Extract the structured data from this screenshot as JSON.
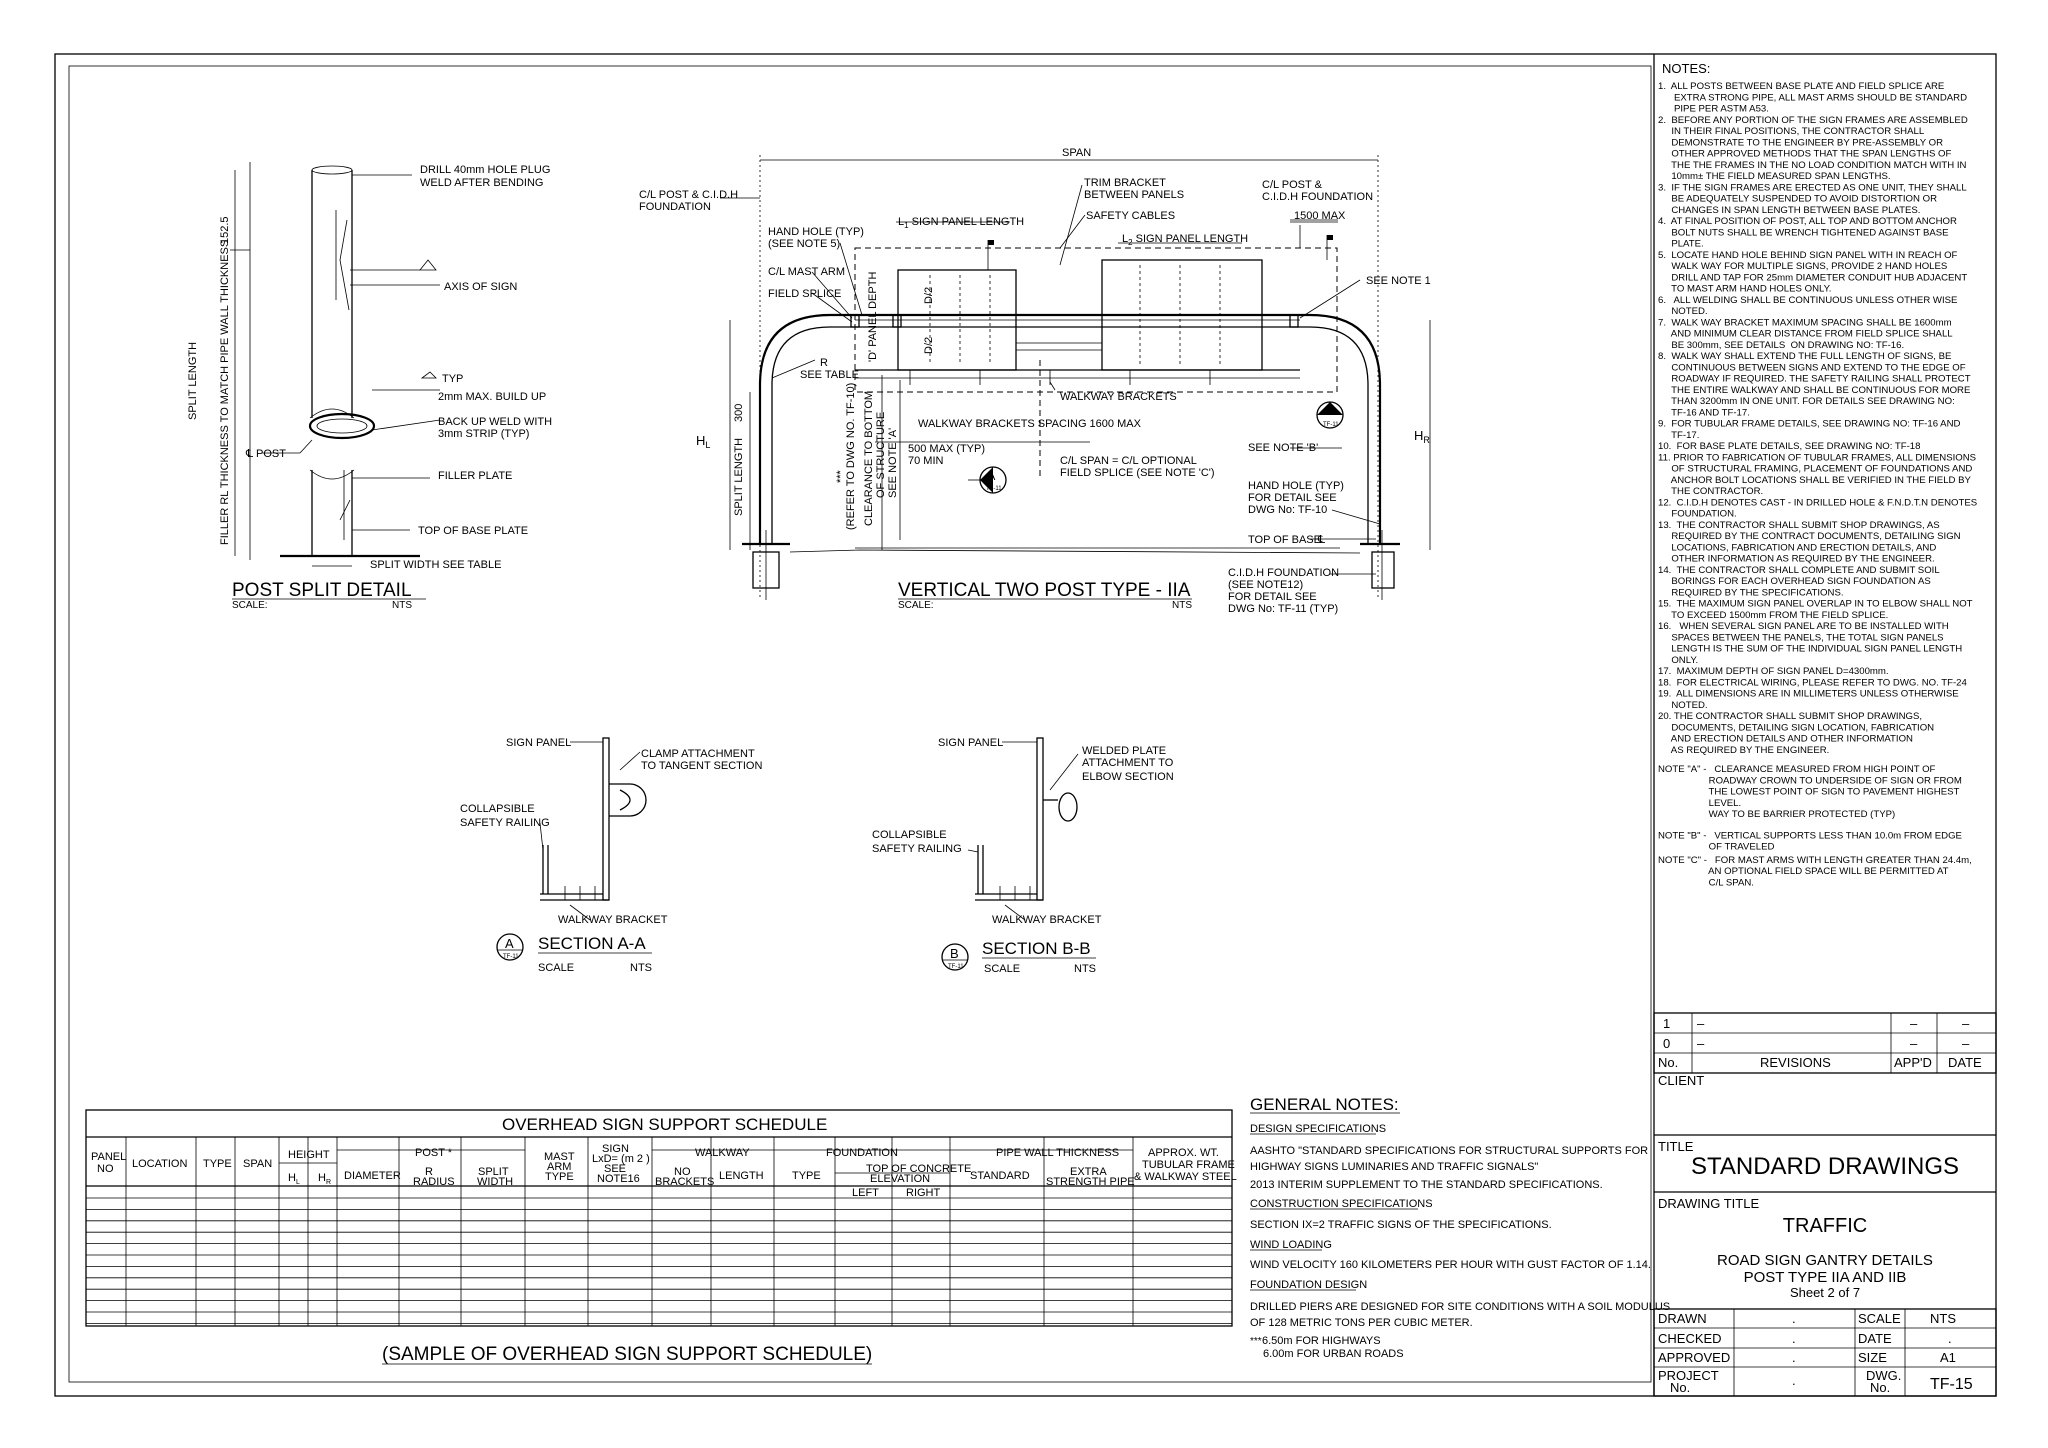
{
  "notes": {
    "heading": "NOTES:",
    "items": [
      "1.  ALL POSTS BETWEEN BASE PLATE AND FIELD SPLICE ARE",
      "      EXTRA STRONG PIPE, ALL MAST ARMS SHOULD BE STANDARD",
      "      PIPE PER ASTM A53.",
      "2.  BEFORE ANY PORTION OF THE SIGN FRAMES ARE ASSEMBLED",
      "     IN THEIR FINAL POSITIONS, THE CONTRACTOR SHALL",
      "     DEMONSTRATE TO THE ENGINEER BY PRE-ASSEMBLY OR",
      "     OTHER APPROVED METHODS THAT THE SPAN LENGTHS OF",
      "     THE THE FRAMES IN THE NO LOAD CONDITION MATCH WITH IN",
      "     10mm± THE FIELD MEASURED SPAN LENGTHS.",
      "3.  IF THE SIGN FRAMES ARE ERECTED AS ONE UNIT, THEY SHALL",
      "     BE ADEQUATELY SUSPENDED TO AVOID DISTORTION OR",
      "     CHANGES IN SPAN LENGTH BETWEEN BASE PLATES.",
      "4.  AT FINAL POSITION OF POST, ALL TOP AND BOTTOM ANCHOR",
      "     BOLT NUTS SHALL BE WRENCH TIGHTENED AGAINST BASE",
      "     PLATE.",
      "5.  LOCATE HAND HOLE BEHIND SIGN PANEL WITH IN REACH OF",
      "     WALK WAY FOR MULTIPLE SIGNS, PROVIDE 2 HAND HOLES",
      "     DRILL AND TAP FOR 25mm DIAMETER CONDUIT HUB ADJACENT",
      "     TO MAST ARM HAND HOLES ONLY.",
      "6.   ALL WELDING SHALL BE CONTINUOUS UNLESS OTHER WISE",
      "     NOTED.",
      "7.  WALK WAY BRACKET MAXIMUM SPACING SHALL BE 1600mm",
      "     AND MINIMUM CLEAR DISTANCE FROM FIELD SPLICE SHALL",
      "     BE 300mm, SEE DETAILS  ON DRAWING NO: TF-16.",
      "8.  WALK WAY SHALL EXTEND THE FULL LENGTH OF SIGNS, BE",
      "     CONTINUOUS BETWEEN SIGNS AND EXTEND TO THE EDGE OF",
      "     ROADWAY IF REQUIRED. THE SAFETY RAILING SHALL PROTECT",
      "     THE ENTIRE WALKWAY AND SHALL BE CONTINUOUS FOR MORE",
      "     THAN 3200mm IN ONE UNIT. FOR DETAILS SEE DRAWING NO:",
      "     TF-16 AND TF-17.",
      "9.  FOR TUBULAR FRAME DETAILS, SEE DRAWING NO: TF-16 AND",
      "     TF-17.",
      "10.  FOR BASE PLATE DETAILS, SEE DRAWING NO: TF-18",
      "11. PRIOR TO FABRICATION OF TUBULAR FRAMES, ALL DIMENSIONS",
      "     OF STRUCTURAL FRAMING, PLACEMENT OF FOUNDATIONS AND",
      "     ANCHOR BOLT LOCATIONS SHALL BE VERIFIED IN THE FIELD BY",
      "     THE CONTRACTOR.",
      "12.  C.I.D.H DENOTES CAST - IN DRILLED HOLE & F.N.D.T.N DENOTES",
      "     FOUNDATION.",
      "13.  THE CONTRACTOR SHALL SUBMIT SHOP DRAWINGS, AS",
      "     REQUIRED BY THE CONTRACT DOCUMENTS, DETAILING SIGN",
      "     LOCATIONS, FABRICATION AND ERECTION DETAILS, AND",
      "     OTHER INFORMATION AS REQUIRED BY THE ENGINEER.",
      "14.  THE CONTRACTOR SHALL COMPLETE AND SUBMIT SOIL",
      "     BORINGS FOR EACH OVERHEAD SIGN FOUNDATION AS",
      "     REQUIRED BY THE SPECIFICATIONS.",
      "15.  THE MAXIMUM SIGN PANEL OVERLAP IN TO ELBOW SHALL NOT",
      "     TO EXCEED 1500mm FROM THE FIELD SPLICE.",
      "16.   WHEN SEVERAL SIGN PANEL ARE TO BE INSTALLED WITH",
      "     SPACES BETWEEN THE PANELS, THE TOTAL SIGN PANELS",
      "     LENGTH IS THE SUM OF THE INDIVIDUAL SIGN PANEL LENGTH",
      "     ONLY.",
      "17.  MAXIMUM DEPTH OF SIGN PANEL D=4300mm.",
      "18.  FOR ELECTRICAL WIRING, PLEASE REFER TO DWG. NO. TF-24",
      "19.  ALL DIMENSIONS ARE IN MILLIMETERS UNLESS OTHERWISE",
      "     NOTED.",
      "20. THE CONTRACTOR SHALL SUBMIT SHOP DRAWINGS,",
      "     DOCUMENTS, DETAILING SIGN LOCATION, FABRICATION",
      "     AND ERECTION DETAILS AND OTHER INFORMATION",
      "     AS REQUIRED BY THE ENGINEER."
    ],
    "note_a": [
      "NOTE \"A\" -   CLEARANCE MEASURED FROM HIGH POINT OF",
      "                   ROADWAY CROWN TO UNDERSIDE OF SIGN OR FROM",
      "                   THE LOWEST POINT OF SIGN TO PAVEMENT HIGHEST",
      "                   LEVEL.",
      "                   WAY TO BE BARRIER PROTECTED (TYP)"
    ],
    "note_b": [
      "NOTE \"B\" -   VERTICAL SUPPORTS LESS THAN 10.0m FROM EDGE",
      "                   OF TRAVELED"
    ],
    "note_c": [
      "NOTE \"C\" -   FOR MAST ARMS WITH LENGTH GREATER THAN 24.4m,",
      "                   AN OPTIONAL FIELD SPACE WILL BE PERMITTED AT",
      "                   C/L SPAN."
    ]
  },
  "revisions": {
    "rows": [
      [
        "1",
        "–",
        "–",
        "–"
      ],
      [
        "0",
        "–",
        "–",
        "–"
      ]
    ],
    "headers": [
      "No.",
      "REVISIONS",
      "APP'D",
      "DATE"
    ]
  },
  "titleblock": {
    "client_label": "CLIENT",
    "title_label": "TITLE",
    "title": "STANDARD DRAWINGS",
    "drawing_title_label": "DRAWING TITLE",
    "drawing_title": "TRAFFIC",
    "subtitle1": "ROAD SIGN GANTRY DETAILS",
    "subtitle2": "POST TYPE IIA AND IIB",
    "sheet": "Sheet 2 of 7",
    "drawn": "DRAWN",
    "drawn_val": ".",
    "checked": "CHECKED",
    "checked_val": ".",
    "approved": "APPROVED",
    "approved_val": ".",
    "project": "PROJECT",
    "project2": "No.",
    "project_val": ".",
    "scale": "SCALE",
    "scale_val": "NTS",
    "date": "DATE",
    "date_val": ".",
    "size": "SIZE",
    "size_val": "A1",
    "dwg": "DWG.",
    "dwg2": "No.",
    "dwg_val": "TF-15"
  },
  "post_split": {
    "title": "POST SPLIT DETAIL",
    "scale": "SCALE:",
    "nts": "NTS",
    "drill": "DRILL 40mm HOLE PLUG",
    "weld": "WELD AFTER BENDING",
    "axis": "AXIS OF SIGN",
    "typ": "TYP",
    "buildup": "2mm MAX. BUILD UP",
    "backup1": "BACK UP WELD WITH",
    "backup2": "3mm STRIP (TYP)",
    "post": "POST",
    "cl": "℄",
    "filler": "FILLER PLATE",
    "topbase": "TOP OF BASE PLATE",
    "splitwidth": "SPLIT WIDTH SEE TABLE",
    "splitlength": "SPLIT LENGTH",
    "fillerrl": "FILLER RL THICKNESS TO MATCH PIPE WALL THICKNESS",
    "dim": "152.5"
  },
  "vertical": {
    "title": "VERTICAL TWO POST TYPE - IIA",
    "scale": "SCALE:",
    "nts": "NTS",
    "span": "SPAN",
    "clpost1": "C/L POST & C.I.D.H",
    "clpost2": "FOUNDATION",
    "trim1": "TRIM BRACKET",
    "trim2": "BETWEEN PANELS",
    "safety": "SAFETY CABLES",
    "clpostr1": "C/L POST &",
    "clpostr2": "C.I.D.H FOUNDATION",
    "max1500": "1500 MAX",
    "handhole1": "HAND HOLE (TYP)",
    "handhole2": "(SEE NOTE 5)",
    "l1": "L",
    "l1s": "1",
    "l1t": " SIGN PANEL LENGTH",
    "l2": "L",
    "l2s": "2",
    "l2t": " SIGN PANEL LENGTH",
    "clmast": "C/L MAST ARM",
    "fieldsplice": "FIELD SPLICE",
    "seenote1": "SEE NOTE 1",
    "r": "R",
    "seetable": "SEE TABLE",
    "paneldepth": "'D' PANEL DEPTH",
    "d2a": "D/2",
    "d2b": "D/2",
    "walkbr": "WALKWAY BRACKETS",
    "walkspacing": "WALKWAY BRACKETS SPACING 1600 MAX",
    "max500": "500 MAX (TYP)",
    "min70": "70 MIN",
    "clspan1": "C/L SPAN = C/L OPTIONAL",
    "clspan2": "FIELD SPLICE (SEE NOTE 'C')",
    "seenoteb": "SEE NOTE 'B'",
    "handholer1": "HAND HOLE (TYP)",
    "handholer2": "FOR DETAIL SEE",
    "handholer3": "DWG No: TF-10",
    "topbase": "TOP OF BASE",
    "pl": "℄",
    "cidh1": "C.I.D.H FOUNDATION",
    "cidh2": "(SEE NOTE12)",
    "cidh3": "FOR DETAIL SEE",
    "cidh4": "DWG No: TF-11 (TYP)",
    "hl": "H",
    "hls": "L",
    "hr": "H",
    "hrs": "R",
    "d300": "300",
    "splitlength": "SPLIT LENGTH",
    "refer": "(REFER TO DWG NO. TF-10)",
    "star": "***",
    "clear1": "CLEARANCE TO BOTTOM",
    "clear2": "OF STRUCTURE",
    "clear3": "SEE NOTE 'A'",
    "tagA": "A",
    "tagB": "B",
    "tf11": "TF-11"
  },
  "section_a": {
    "title": "SECTION A-A",
    "scale": "SCALE",
    "nts": "NTS",
    "tag": "A",
    "tf": "TF-11",
    "signpanel": "SIGN PANEL",
    "clamp1": "CLAMP ATTACHMENT",
    "clamp2": "TO TANGENT SECTION",
    "coll1": "COLLAPSIBLE",
    "coll2": "SAFETY RAILING",
    "walk": "WALKWAY BRACKET"
  },
  "section_b": {
    "title": "SECTION B-B",
    "scale": "SCALE",
    "nts": "NTS",
    "tag": "B",
    "tf": "TF-11",
    "signpanel": "SIGN PANEL",
    "weld1": "WELDED PLATE",
    "weld2": "ATTACHMENT TO",
    "weld3": "ELBOW SECTION",
    "coll1": "COLLAPSIBLE",
    "coll2": "SAFETY RAILING",
    "walk": "WALKWAY BRACKET"
  },
  "schedule": {
    "title": "OVERHEAD SIGN SUPPORT SCHEDULE",
    "caption": "(SAMPLE OF OVERHEAD SIGN SUPPORT SCHEDULE)",
    "h": {
      "panel1": "PANEL",
      "panel2": "NO",
      "location": "LOCATION",
      "type": "TYPE",
      "span": "SPAN",
      "height": "HEIGHT",
      "hl": "H",
      "hls": "L",
      "hr": "H",
      "hrs": "R",
      "post": "POST *",
      "diameter": "DIAMETER",
      "r1": "R",
      "r2": "RADIUS",
      "sw1": "SPLIT",
      "sw2": "WIDTH",
      "mast1": "MAST",
      "mast2": "ARM",
      "mast3": "TYPE",
      "sign1": "SIGN",
      "sign2": "LxD= (m 2 )",
      "sign3": "SEE",
      "sign4": "NOTE16",
      "walkway": "WALKWAY",
      "nob1": "NO",
      "nob2": "BRACKETS",
      "length": "LENGTH",
      "foundation": "FOUNDATION",
      "ftype": "TYPE",
      "top1": "TOP OF CONCRETE",
      "top2": "ELEVATION",
      "left": "LEFT",
      "right": "RIGHT",
      "pipe": "PIPE WALL THICKNESS",
      "standard": "STANDARD",
      "extra1": "EXTRA",
      "extra2": "STRENGTH PIPE",
      "approx1": "APPROX. WT.",
      "approx2": "TUBULAR FRAME",
      "approx3": "& WALKWAY STEEL"
    }
  },
  "general": {
    "heading": "GENERAL NOTES:",
    "design": "DESIGN SPECIFICATIONS",
    "aashto1": "AASHTO \"STANDARD SPECIFICATIONS FOR STRUCTURAL SUPPORTS FOR",
    "aashto2": "HIGHWAY SIGNS LUMINARIES AND TRAFFIC SIGNALS\"",
    "interim": "2013 INTERIM SUPPLEMENT TO THE STANDARD SPECIFICATIONS.",
    "construction": "CONSTRUCTION SPECIFICATIONS",
    "section": "SECTION IX=2 TRAFFIC SIGNS OF THE SPECIFICATIONS.",
    "wind": "WIND LOADING",
    "windv": "WIND VELOCITY 160 KILOMETERS PER HOUR WITH GUST FACTOR OF 1.14.",
    "foundation": "FOUNDATION DESIGN",
    "piers1": "DRILLED PIERS ARE DESIGNED FOR SITE CONDITIONS WITH A SOIL MODULUS",
    "piers2": "OF 128 METRIC TONS PER CUBIC METER.",
    "star": "***",
    "hw": " 6.50m FOR HIGHWAYS",
    "ur": "6.00m FOR URBAN ROADS"
  }
}
